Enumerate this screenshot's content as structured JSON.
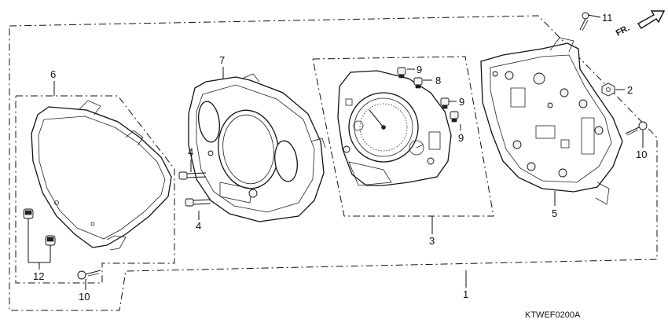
{
  "diagram": {
    "drawing_code": "KTWEF0200A",
    "direction_label": "FR.",
    "callouts": [
      {
        "id": "c1",
        "text": "1"
      },
      {
        "id": "c2",
        "text": "2"
      },
      {
        "id": "c3",
        "text": "3"
      },
      {
        "id": "c4a",
        "text": "4"
      },
      {
        "id": "c4b",
        "text": "4"
      },
      {
        "id": "c5",
        "text": "5"
      },
      {
        "id": "c6",
        "text": "6"
      },
      {
        "id": "c7",
        "text": "7"
      },
      {
        "id": "c8",
        "text": "8"
      },
      {
        "id": "c9a",
        "text": "9"
      },
      {
        "id": "c9b",
        "text": "9"
      },
      {
        "id": "c9c",
        "text": "9"
      },
      {
        "id": "c10a",
        "text": "10"
      },
      {
        "id": "c10b",
        "text": "10"
      },
      {
        "id": "c11",
        "text": "11"
      },
      {
        "id": "c12",
        "text": "12"
      }
    ]
  }
}
